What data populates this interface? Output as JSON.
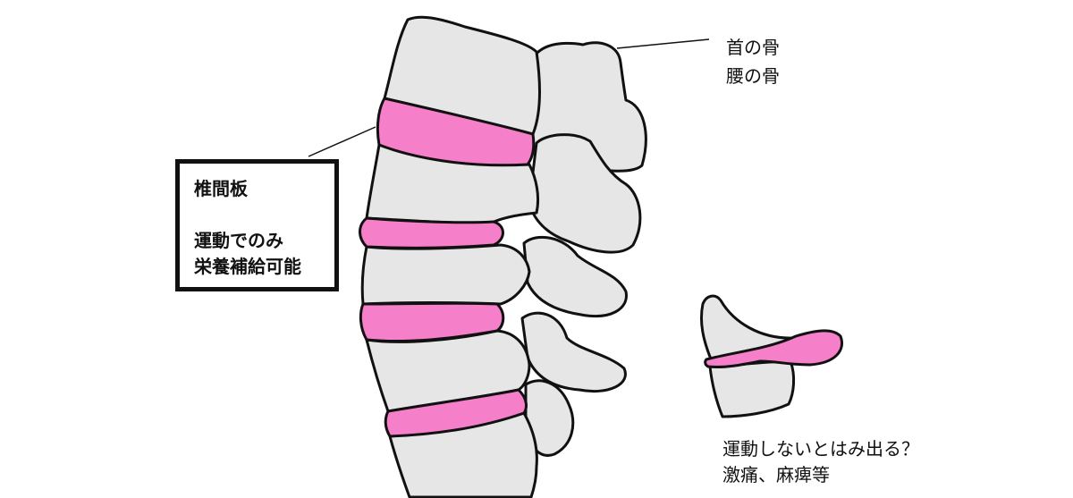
{
  "colors": {
    "bone_fill": "#e6e6e6",
    "disc_fill": "#f57fc9",
    "outline": "#111111",
    "background": "#ffffff"
  },
  "labels": {
    "bone_top": "首の骨",
    "bone_bottom": "腰の骨",
    "disc_box": {
      "title": "椎間板",
      "line1": "運動でのみ",
      "line2": "栄養補給可能"
    },
    "herniation_question": "運動しないとはみ出る？",
    "herniation_symptoms": "激痛、麻痺等"
  }
}
